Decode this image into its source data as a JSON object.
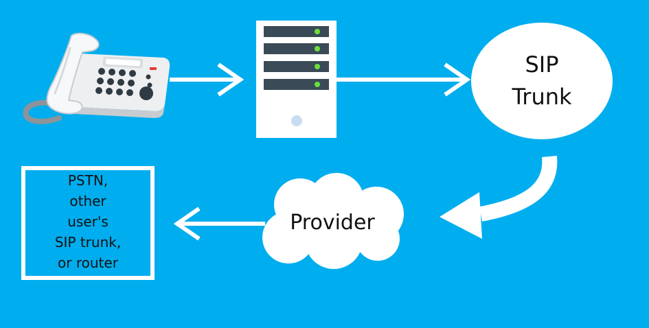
{
  "colors": {
    "background": "#00ADEE",
    "foreground": "#FFFFFF",
    "text": "#111111",
    "server_panel": "#3A4A56",
    "server_led": "#6BE03B"
  },
  "icons": {
    "phone": "desk-phone-icon",
    "server": "server-icon",
    "sip_trunk": "sip-trunk-ellipse",
    "provider": "cloud-icon",
    "arrows": "arrow-icon"
  },
  "nodes": {
    "sip_trunk": {
      "line1": "SIP",
      "line2": "Trunk"
    },
    "provider": {
      "label": "Provider"
    },
    "destination": {
      "lines": [
        "PSTN,",
        "other",
        "user's",
        "SIP trunk,",
        "or router"
      ]
    }
  }
}
